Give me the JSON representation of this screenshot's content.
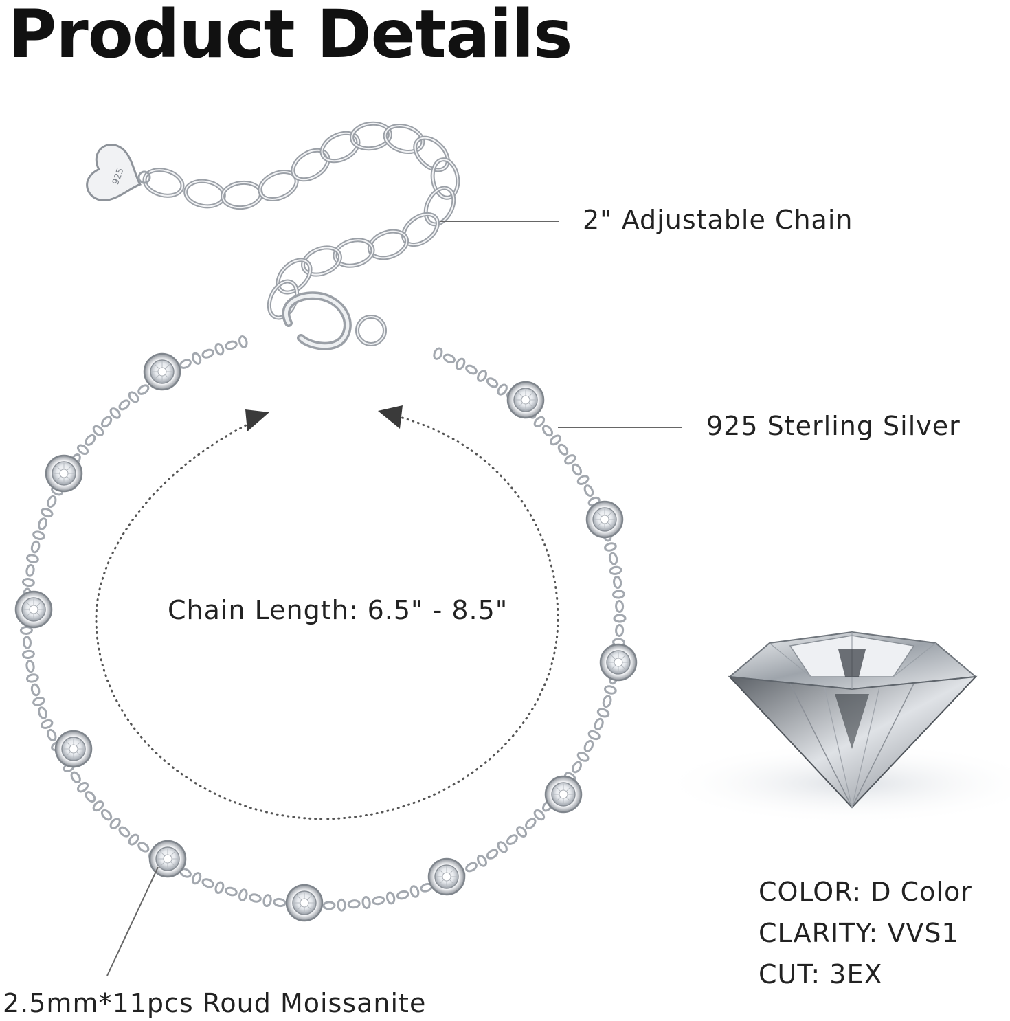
{
  "title": "Product Details",
  "callouts": {
    "adjustable_chain": "2\" Adjustable Chain",
    "material": "925 Sterling Silver",
    "chain_length": "Chain Length: 6.5\" - 8.5\"",
    "stones": "2.5mm*11pcs Roud Moissanite"
  },
  "heart_tag_text": "925",
  "gem_specs": {
    "color": "COLOR: D Color",
    "clarity": "CLARITY: VVS1",
    "cut": "CUT: 3EX"
  },
  "colors": {
    "silver": "#b9bcc2",
    "leader_line": "#6b6b6b",
    "dots": "#555555",
    "arrow": "#3a3a3a"
  }
}
